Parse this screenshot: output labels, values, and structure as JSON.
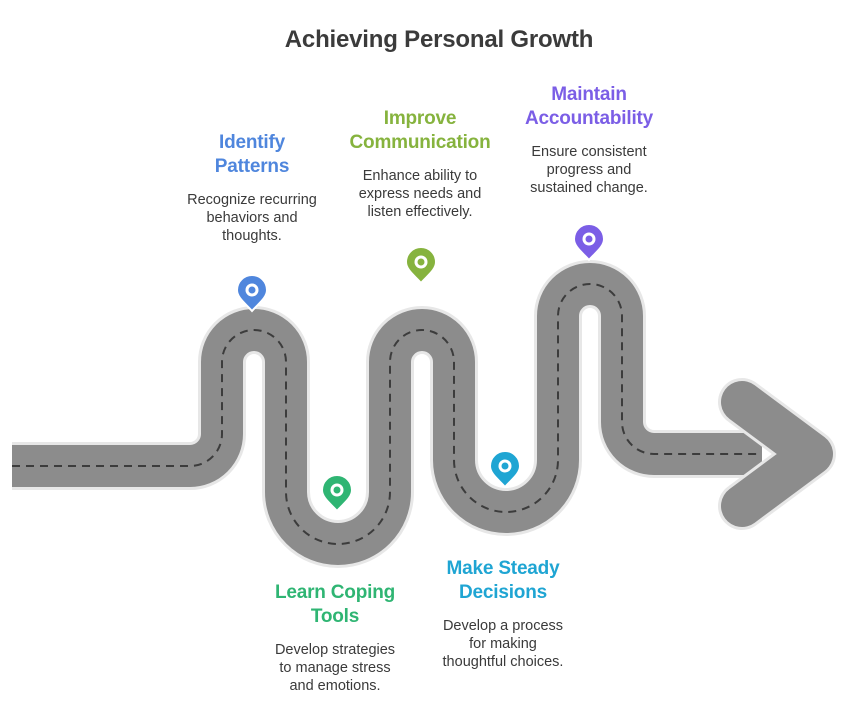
{
  "title": "Achieving Personal Growth",
  "milestones": [
    {
      "title_lines": [
        "Identify",
        "Patterns"
      ],
      "desc_lines": [
        "Recognize recurring",
        "behaviors and",
        "thoughts."
      ],
      "color": "#4f86dd",
      "icon": "map-pin-icon"
    },
    {
      "title_lines": [
        "Learn Coping",
        "Tools"
      ],
      "desc_lines": [
        "Develop strategies",
        "to manage stress",
        "and emotions."
      ],
      "color": "#2fb573",
      "icon": "map-pin-icon"
    },
    {
      "title_lines": [
        "Improve",
        "Communication"
      ],
      "desc_lines": [
        "Enhance ability to",
        "express needs and",
        "listen effectively."
      ],
      "color": "#86b33e",
      "icon": "map-pin-icon"
    },
    {
      "title_lines": [
        "Make Steady",
        "Decisions"
      ],
      "desc_lines": [
        "Develop a process",
        "for making",
        "thoughtful choices."
      ],
      "color": "#1fa5d3",
      "icon": "map-pin-icon"
    },
    {
      "title_lines": [
        "Maintain",
        "Accountability"
      ],
      "desc_lines": [
        "Ensure consistent",
        "progress and",
        "sustained change."
      ],
      "color": "#7b5ee6",
      "icon": "map-pin-icon"
    }
  ],
  "road": {
    "color": "#8c8c8c",
    "dash_color": "#3c3c3c",
    "arrow_color": "#8c8c8c"
  }
}
